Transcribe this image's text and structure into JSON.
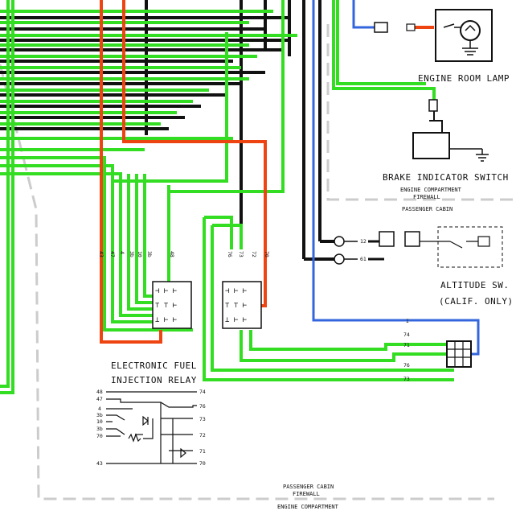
{
  "colors": {
    "green": "#33dd22",
    "black": "#111111",
    "red_orange": "#ee4411",
    "blue": "#3366dd",
    "dashed_boundary": "#cccccc"
  },
  "labels": {
    "engine_room_lamp": "ENGINE ROOM LAMP",
    "brake_indicator_switch": "BRAKE INDICATOR SWITCH",
    "firewall_top": [
      "ENGINE COMPARTMENT",
      "FIREWALL",
      "PASSENGER CABIN"
    ],
    "altitude_switch": [
      "ALTITUDE SW.",
      "(CALIF. ONLY)"
    ],
    "efi_relay": [
      "ELECTRONIC FUEL",
      "INJECTION RELAY"
    ],
    "firewall_bottom": [
      "PASSENGER CABIN",
      "FIREWALL",
      "ENGINE COMPARTMENT"
    ]
  },
  "relay_left_pins": [
    "43",
    "47",
    "4",
    "3b",
    "10",
    "3b",
    "48"
  ],
  "relay_right_pins": [
    "76",
    "73",
    "72",
    "70"
  ],
  "connector_pins": [
    "I",
    "74",
    "71",
    "76",
    "73"
  ],
  "altitude_pins": [
    "12",
    "61"
  ],
  "schematic": {
    "inputs": [
      "48",
      "47",
      "4",
      "3b",
      "10",
      "3b",
      "70",
      "43"
    ],
    "outputs": [
      "74",
      "76",
      "73",
      "72",
      "71",
      "70"
    ]
  },
  "icons": [
    "ground-symbol",
    "lamp-symbol",
    "switch-symbol",
    "connector-block",
    "diode-symbol",
    "resistor-symbol"
  ]
}
